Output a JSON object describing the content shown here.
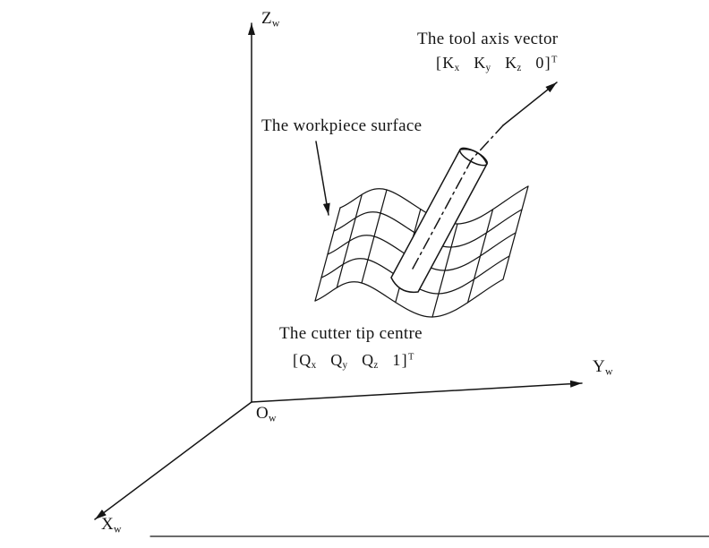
{
  "figure": {
    "background": "#ffffff",
    "ink": "#151515"
  },
  "labels": {
    "z_axis": {
      "base": "Z",
      "sub": "w"
    },
    "y_axis": {
      "base": "Y",
      "sub": "w"
    },
    "x_axis": {
      "base": "X",
      "sub": "w"
    },
    "origin": {
      "base": "O",
      "sub": "w"
    },
    "tool_axis": "The tool axis vector",
    "workpiece_surface": "The workpiece surface",
    "cutter_tip": "The cutter tip centre"
  },
  "vectors": {
    "tool": {
      "open": "[",
      "terms": [
        {
          "base": "K",
          "sub": "x"
        },
        {
          "base": "K",
          "sub": "y"
        },
        {
          "base": "K",
          "sub": "z"
        },
        {
          "base": "0",
          "sub": ""
        }
      ],
      "close": "]",
      "sup": "T"
    },
    "cutter": {
      "open": "[",
      "terms": [
        {
          "base": "Q",
          "sub": "x"
        },
        {
          "base": "Q",
          "sub": "y"
        },
        {
          "base": "Q",
          "sub": "z"
        },
        {
          "base": "1",
          "sub": ""
        }
      ],
      "close": "]",
      "sup": "T"
    }
  }
}
